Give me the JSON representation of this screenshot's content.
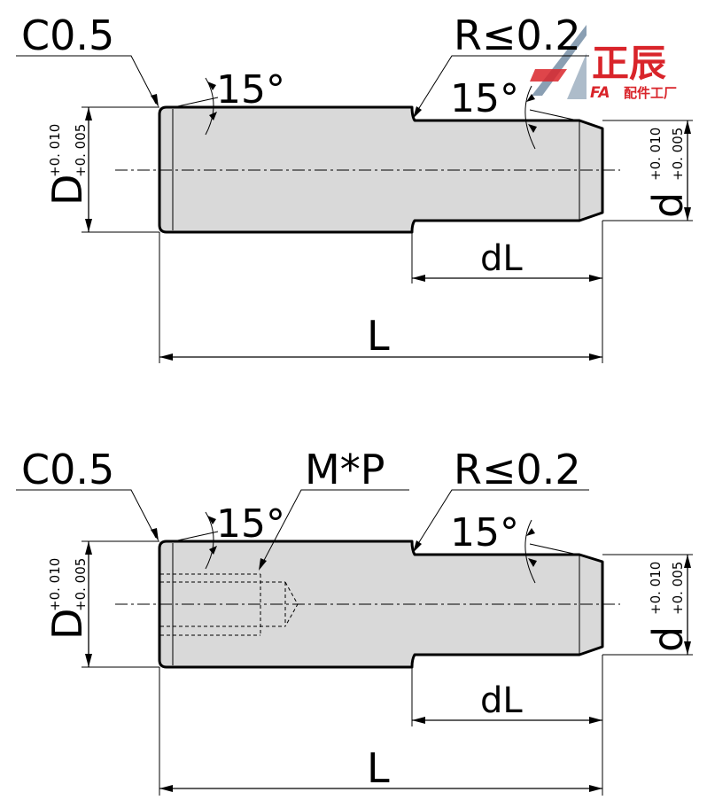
{
  "logo": {
    "main_text": "正辰",
    "fa_text": "FA",
    "sub_text": "配件工厂",
    "red": "#d9242a",
    "steel": "#8a9fb3"
  },
  "top_view": {
    "chamfer_label": "C0.5",
    "radius_label": "R≤0.2",
    "angle_left": "15°",
    "angle_right": "15°",
    "big_dia": {
      "symbol": "D",
      "tol_upper": "+0. 010",
      "tol_lower": "+0. 005"
    },
    "small_dia": {
      "symbol": "d",
      "tol_upper": "+0. 010",
      "tol_lower": "+0. 005"
    },
    "small_length": "dL",
    "total_length": "L"
  },
  "bottom_view": {
    "chamfer_label": "C0.5",
    "thread_label": "M*P",
    "radius_label": "R≤0.2",
    "angle_left": "15°",
    "angle_right": "15°",
    "big_dia": {
      "symbol": "D",
      "tol_upper": "+0. 010",
      "tol_lower": "+0. 005"
    },
    "small_dia": {
      "symbol": "d",
      "tol_upper": "+0. 010",
      "tol_lower": "+0. 005"
    },
    "small_length": "dL",
    "total_length": "L"
  }
}
